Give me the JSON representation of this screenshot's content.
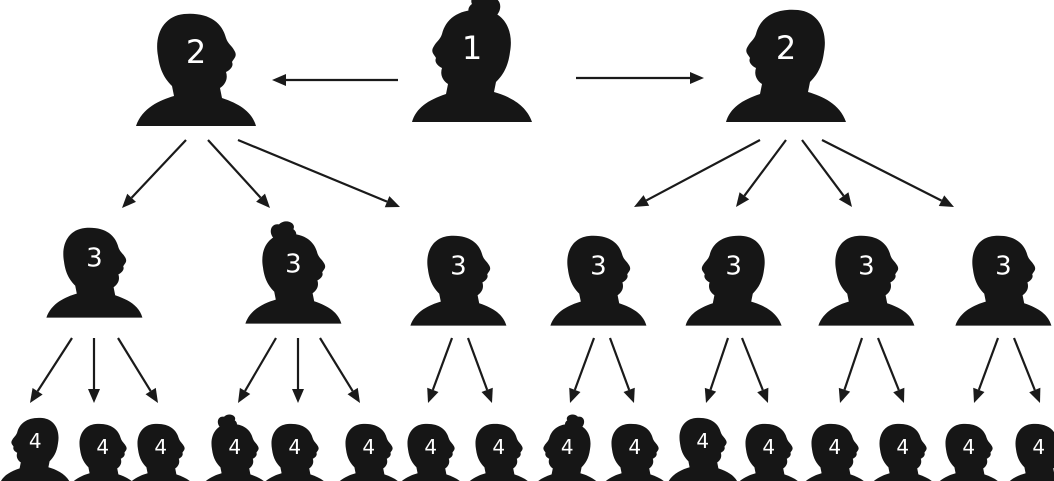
{
  "diagram": {
    "colors": {
      "silhouette": "#161616",
      "arrow": "#1a1a1a",
      "number": "#ffffff",
      "background": "#ffffff"
    },
    "nodes": [
      {
        "id": "n1",
        "label": "1",
        "level": 1,
        "facing": "left",
        "hair": "bun"
      },
      {
        "id": "n2a",
        "label": "2",
        "level": 2,
        "facing": "right",
        "hair": "short"
      },
      {
        "id": "n2b",
        "label": "2",
        "level": 2,
        "facing": "left",
        "hair": "short"
      },
      {
        "id": "n3a",
        "label": "3",
        "level": 3,
        "facing": "right",
        "hair": "short"
      },
      {
        "id": "n3b",
        "label": "3",
        "level": 3,
        "facing": "right",
        "hair": "bun"
      },
      {
        "id": "n3c",
        "label": "3",
        "level": 3,
        "facing": "right",
        "hair": "short"
      },
      {
        "id": "n3d",
        "label": "3",
        "level": 3,
        "facing": "right",
        "hair": "short"
      },
      {
        "id": "n3e",
        "label": "3",
        "level": 3,
        "facing": "left",
        "hair": "short"
      },
      {
        "id": "n3f",
        "label": "3",
        "level": 3,
        "facing": "right",
        "hair": "short"
      },
      {
        "id": "n3g",
        "label": "3",
        "level": 3,
        "facing": "right",
        "hair": "short"
      },
      {
        "id": "n4a",
        "label": "4",
        "level": 4,
        "facing": "left",
        "hair": "short"
      },
      {
        "id": "n4b",
        "label": "4",
        "level": 4,
        "facing": "right",
        "hair": "short"
      },
      {
        "id": "n4c",
        "label": "4",
        "level": 4,
        "facing": "right",
        "hair": "short"
      },
      {
        "id": "n4d",
        "label": "4",
        "level": 4,
        "facing": "right",
        "hair": "bun"
      },
      {
        "id": "n4e",
        "label": "4",
        "level": 4,
        "facing": "right",
        "hair": "short"
      },
      {
        "id": "n4f",
        "label": "4",
        "level": 4,
        "facing": "right",
        "hair": "short"
      },
      {
        "id": "n4g",
        "label": "4",
        "level": 4,
        "facing": "right",
        "hair": "short"
      },
      {
        "id": "n4h",
        "label": "4",
        "level": 4,
        "facing": "right",
        "hair": "short"
      },
      {
        "id": "n4i",
        "label": "4",
        "level": 4,
        "facing": "left",
        "hair": "bun"
      },
      {
        "id": "n4j",
        "label": "4",
        "level": 4,
        "facing": "right",
        "hair": "short"
      },
      {
        "id": "n4k",
        "label": "4",
        "level": 4,
        "facing": "right",
        "hair": "short"
      },
      {
        "id": "n4l",
        "label": "4",
        "level": 4,
        "facing": "right",
        "hair": "short"
      },
      {
        "id": "n4m",
        "label": "4",
        "level": 4,
        "facing": "right",
        "hair": "short"
      },
      {
        "id": "n4n",
        "label": "4",
        "level": 4,
        "facing": "right",
        "hair": "short"
      },
      {
        "id": "n4o",
        "label": "4",
        "level": 4,
        "facing": "right",
        "hair": "short"
      },
      {
        "id": "n4p",
        "label": "4",
        "level": 4,
        "facing": "right",
        "hair": "short"
      }
    ],
    "edges": [
      [
        "n1",
        "n2a"
      ],
      [
        "n1",
        "n2b"
      ],
      [
        "n2a",
        "n3a"
      ],
      [
        "n2a",
        "n3b"
      ],
      [
        "n2a",
        "n3c"
      ],
      [
        "n2b",
        "n3d"
      ],
      [
        "n2b",
        "n3e"
      ],
      [
        "n2b",
        "n3f"
      ],
      [
        "n2b",
        "n3g"
      ],
      [
        "n3a",
        "n4a"
      ],
      [
        "n3a",
        "n4b"
      ],
      [
        "n3a",
        "n4c"
      ],
      [
        "n3b",
        "n4d"
      ],
      [
        "n3b",
        "n4e"
      ],
      [
        "n3b",
        "n4f"
      ],
      [
        "n3c",
        "n4g"
      ],
      [
        "n3c",
        "n4h"
      ],
      [
        "n3d",
        "n4i"
      ],
      [
        "n3d",
        "n4j"
      ],
      [
        "n3e",
        "n4k"
      ],
      [
        "n3e",
        "n4l"
      ],
      [
        "n3f",
        "n4m"
      ],
      [
        "n3f",
        "n4n"
      ],
      [
        "n3g",
        "n4o"
      ],
      [
        "n3g",
        "n4p"
      ]
    ]
  }
}
